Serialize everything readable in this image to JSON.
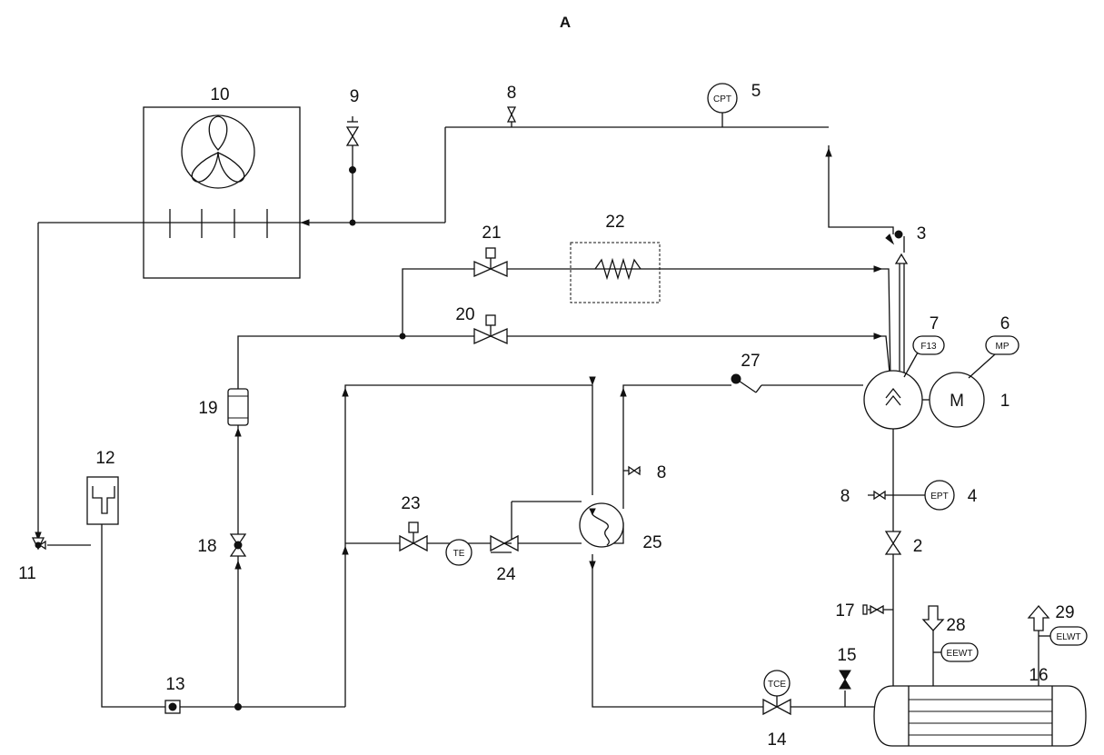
{
  "title": "A",
  "labels": {
    "n1": "1",
    "n2": "2",
    "n3": "3",
    "n4": "4",
    "n5": "5",
    "n6": "6",
    "n7": "7",
    "n8a": "8",
    "n8b": "8",
    "n8c": "8",
    "n9": "9",
    "n10": "10",
    "n11": "11",
    "n12": "12",
    "n13": "13",
    "n14": "14",
    "n15": "15",
    "n16": "16",
    "n17": "17",
    "n18": "18",
    "n19": "19",
    "n20": "20",
    "n21": "21",
    "n22": "22",
    "n23": "23",
    "n24": "24",
    "n25": "25",
    "n27": "27",
    "n28": "28",
    "n29": "29"
  },
  "instruments": {
    "cpt": "CPT",
    "ept": "EPT",
    "mp": "MP",
    "f13": "F13",
    "te": "TE",
    "tce": "TCE",
    "eewt": "EEWT",
    "elwt": "ELWT",
    "motor": "M"
  }
}
